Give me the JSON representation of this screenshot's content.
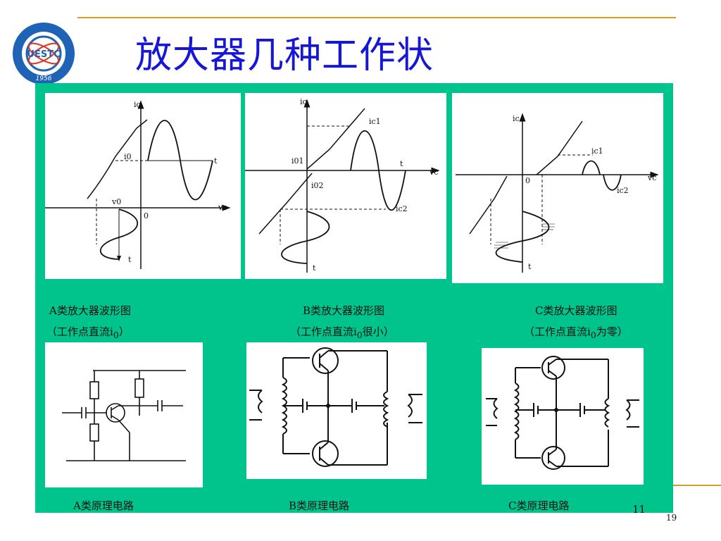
{
  "title": "放大器几种工作状",
  "colors": {
    "background_panel": "#00c48c",
    "title": "#1616d6",
    "rule": "#c9a227"
  },
  "logo": {
    "text": "UESTC",
    "year": "1956"
  },
  "captions": {
    "a_title": "A类放大器波形图",
    "a_sub": "（工作点直流i",
    "a_sub_tail": "）",
    "b_title": "B类放大器波形图",
    "b_sub": "（工作点直流i",
    "b_sub_tail": "很小）",
    "c_title": "C类放大器波形图",
    "c_sub": "（工作点直流i",
    "c_sub_tail": "为零）",
    "subscript": "0",
    "a_circuit": "A类原理电路",
    "b_circuit": "B类原理电路",
    "c_circuit": "C类原理电路"
  },
  "graph_a": {
    "ic": "ic",
    "i0": "i0",
    "t_right": "t",
    "v0": "v0",
    "origin": "0",
    "vc": "vc",
    "t_bottom": "t"
  },
  "graph_b": {
    "ic": "ic",
    "ic1": "ic1",
    "i01": "i01",
    "t_right": "t",
    "vc": "vc",
    "i02": "i02",
    "ic2": "ic2",
    "t_bottom": "t"
  },
  "graph_c": {
    "ic": "ic",
    "ic1": "ic1",
    "origin": "0",
    "vc": "vc",
    "ic2": "ic2",
    "t_bottom": "t"
  },
  "page_number": "11",
  "slide_number": "19"
}
